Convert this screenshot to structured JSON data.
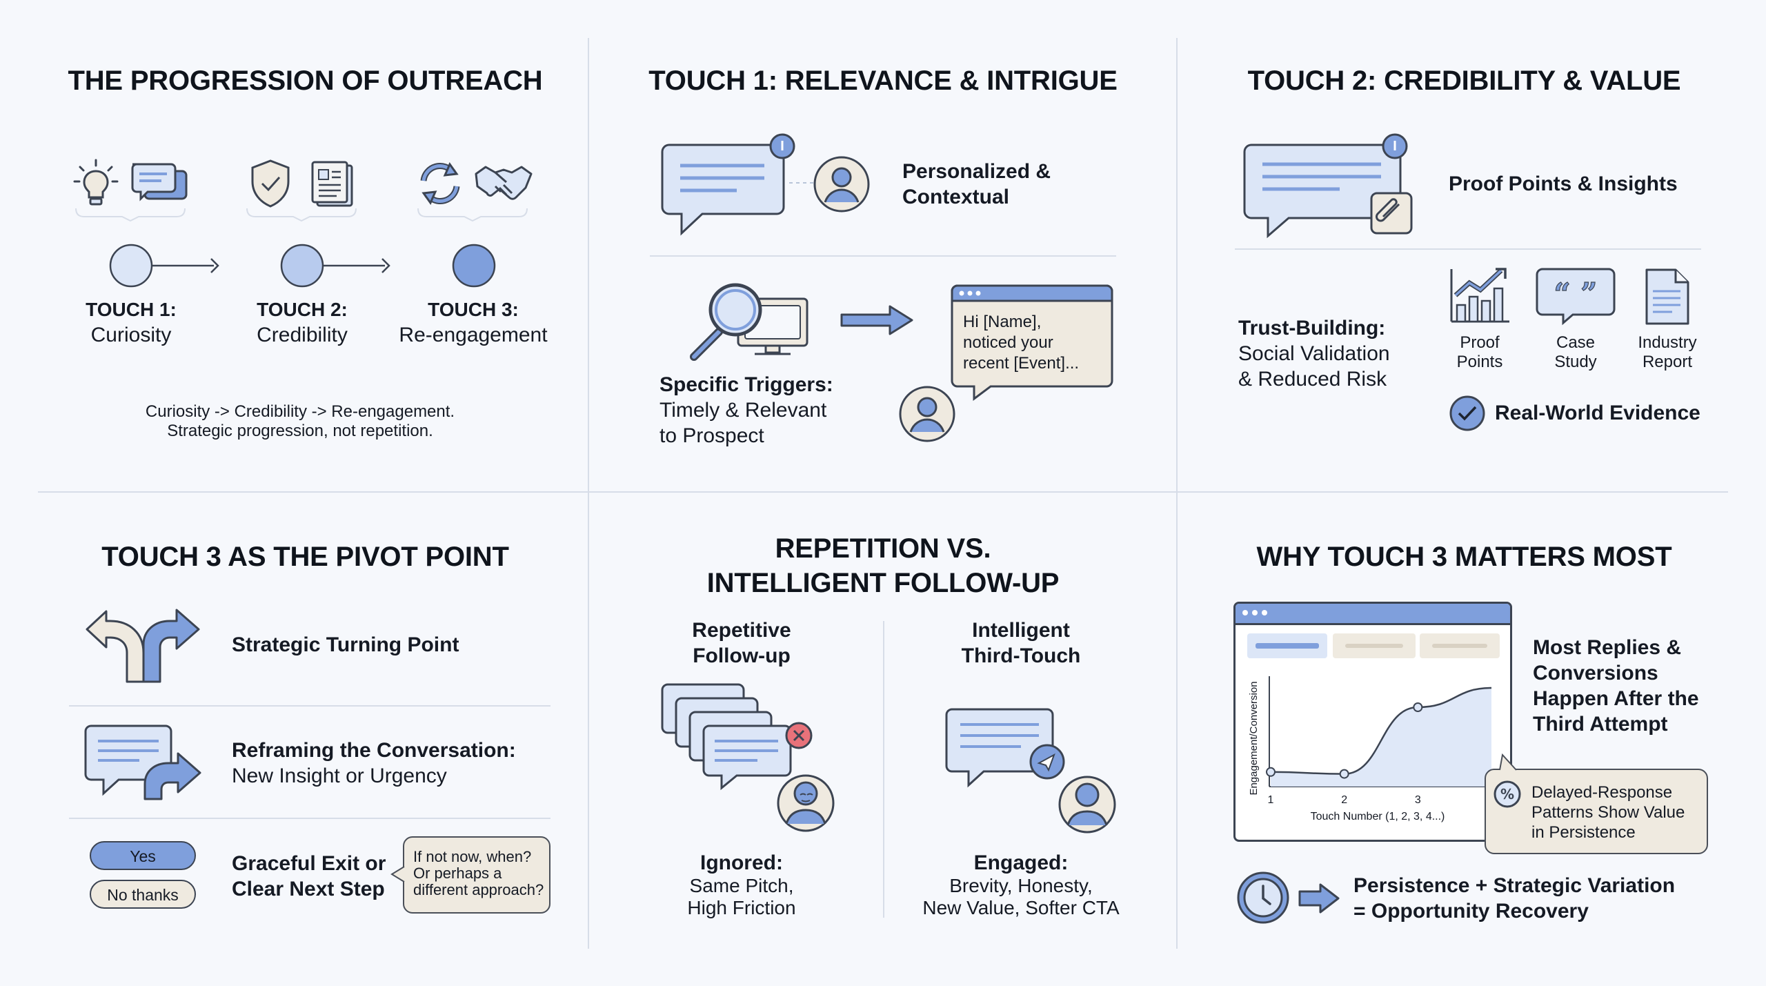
{
  "colors": {
    "background": "#f6f8fc",
    "accent_blue": "#7f9fdc",
    "light_blue": "#dce6f7",
    "beige": "#efeae0",
    "outline": "#3c4452",
    "error_red": "#e8727a"
  },
  "panel1": {
    "title": "THE PROGRESSION OF OUTREACH",
    "steps": [
      {
        "label": "TOUCH 1:",
        "sub": "Curiosity",
        "icons": [
          "lightbulb-icon",
          "chat-bubbles-icon"
        ]
      },
      {
        "label": "TOUCH 2:",
        "sub": "Credibility",
        "icons": [
          "shield-check-icon",
          "document-icon"
        ]
      },
      {
        "label": "TOUCH 3:",
        "sub": "Re-engagement",
        "icons": [
          "refresh-icon",
          "handshake-icon"
        ]
      }
    ],
    "caption_line1": "Curiosity -> Credibility -> Re-engagement.",
    "caption_line2": "Strategic progression, not repetition."
  },
  "panel2": {
    "title": "TOUCH 1: RELEVANCE & INTRIGUE",
    "top_label_line1": "Personalized &",
    "top_label_line2": "Contextual",
    "triggers_bold": "Specific Triggers:",
    "triggers_line2": "Timely & Relevant",
    "triggers_line3": "to Prospect",
    "message_line1": "Hi [Name],",
    "message_line2": "noticed your",
    "message_line3": "recent [Event]..."
  },
  "panel3": {
    "title": "TOUCH 2: CREDIBILITY & VALUE",
    "top_label": "Proof Points & Insights",
    "trust_bold": "Trust-Building:",
    "trust_line2": "Social Validation",
    "trust_line3": "& Reduced Risk",
    "items": [
      {
        "line1": "Proof",
        "line2": "Points",
        "icon": "bar-chart-icon"
      },
      {
        "line1": "Case",
        "line2": "Study",
        "icon": "quote-icon"
      },
      {
        "line1": "Industry",
        "line2": "Report",
        "icon": "report-icon"
      }
    ],
    "evidence_label": "Real-World Evidence"
  },
  "panel4": {
    "title": "TOUCH 3 AS THE PIVOT POINT",
    "row1_label": "Strategic Turning Point",
    "row2_bold": "Reframing the Conversation:",
    "row2_line2": "New Insight or Urgency",
    "yes_label": "Yes",
    "no_label": "No thanks",
    "row3_line1": "Graceful Exit or",
    "row3_line2": "Clear Next Step",
    "note_line1": "If not now, when?",
    "note_line2": "Or perhaps a",
    "note_line3": "different approach?"
  },
  "panel5": {
    "title_line1": "REPETITION VS.",
    "title_line2": "INTELLIGENT FOLLOW-UP",
    "left_head_line1": "Repetitive",
    "left_head_line2": "Follow-up",
    "left_bold": "Ignored:",
    "left_line2": "Same Pitch,",
    "left_line3": "High Friction",
    "right_head_line1": "Intelligent",
    "right_head_line2": "Third-Touch",
    "right_bold": "Engaged:",
    "right_line2": "Brevity, Honesty,",
    "right_line3": "New Value, Softer CTA"
  },
  "panel6": {
    "title": "WHY TOUCH 3 MATTERS MOST",
    "side_line1": "Most Replies &",
    "side_line2": "Conversions",
    "side_line3": "Happen After the",
    "side_line4": "Third Attempt",
    "callout_line1": "Delayed-Response",
    "callout_line2": "Patterns Show Value",
    "callout_line3": "in Persistence",
    "footer_line1": "Persistence + Strategic Variation",
    "footer_line2": "= Opportunity Recovery"
  },
  "chart_data": {
    "type": "line",
    "ylabel": "Engagement/Conversion",
    "xlabel": "Touch Number (1, 2, 3, 4...)",
    "x_ticks": [
      "1",
      "2",
      "3"
    ],
    "x": [
      1,
      2,
      3,
      4
    ],
    "series": [
      {
        "values": [
          0.08,
          0.06,
          0.75,
          0.95
        ]
      }
    ]
  }
}
